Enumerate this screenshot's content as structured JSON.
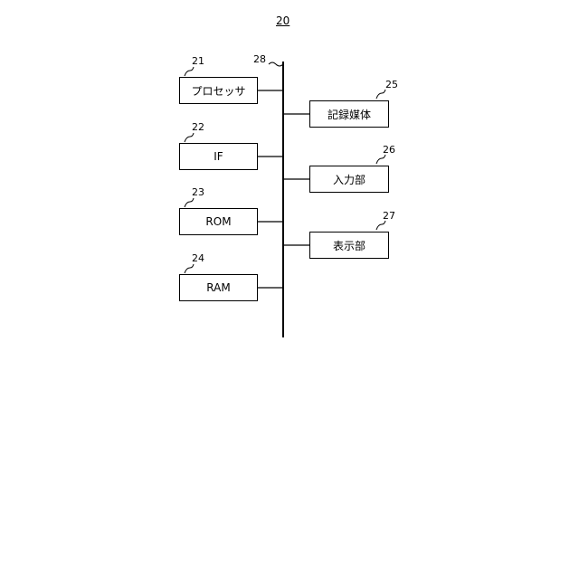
{
  "figure": {
    "title_ref": "20",
    "bus": {
      "ref": "28"
    },
    "left_blocks": [
      {
        "ref": "21",
        "label": "プロセッサ"
      },
      {
        "ref": "22",
        "label": "IF"
      },
      {
        "ref": "23",
        "label": "ROM"
      },
      {
        "ref": "24",
        "label": "RAM"
      }
    ],
    "right_blocks": [
      {
        "ref": "25",
        "label": "記録媒体"
      },
      {
        "ref": "26",
        "label": "入力部"
      },
      {
        "ref": "27",
        "label": "表示部"
      }
    ]
  }
}
